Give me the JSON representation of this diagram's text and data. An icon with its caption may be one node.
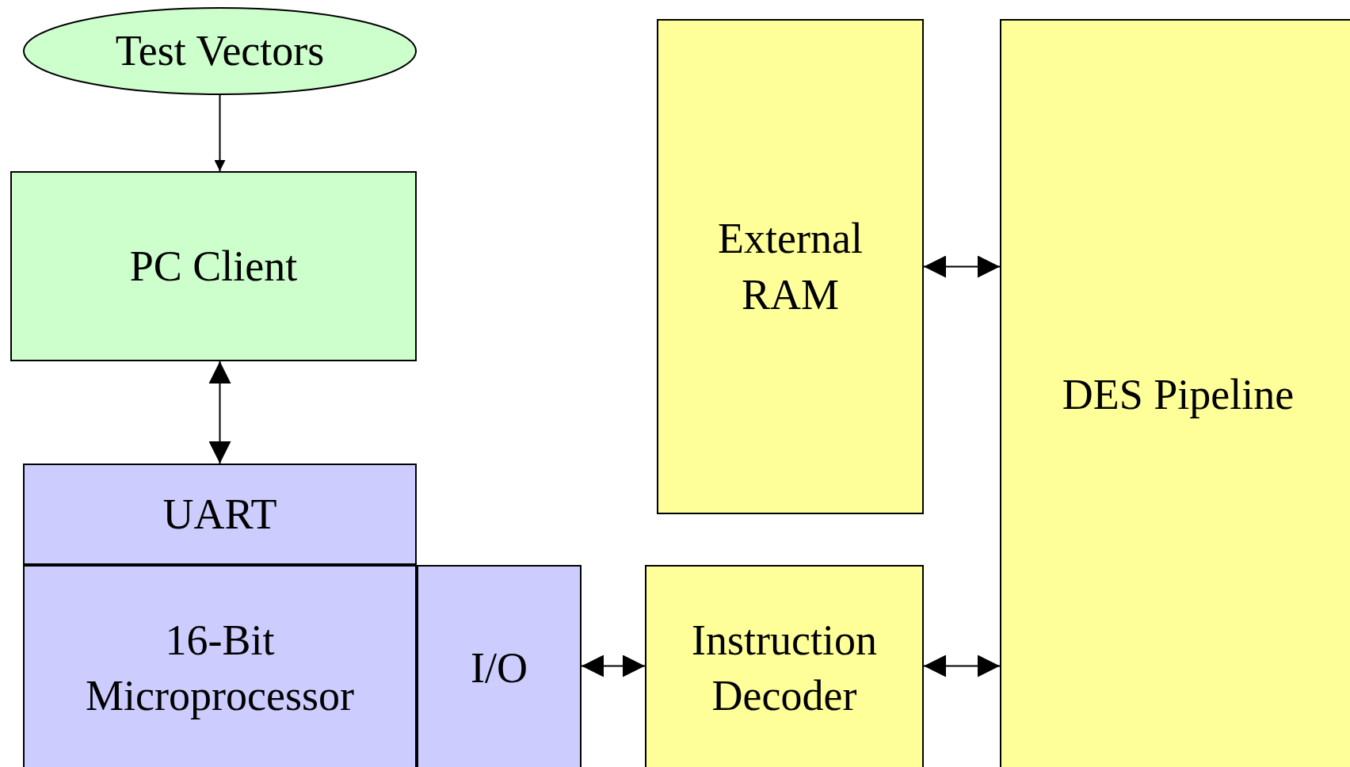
{
  "diagram": {
    "nodes": [
      {
        "text": [
          "Test Vectors"
        ]
      },
      {
        "text": [
          "PC Client"
        ]
      },
      {
        "text": [
          "UART"
        ]
      },
      {
        "text": [
          "16-Bit Microprocessor"
        ]
      },
      {
        "text": [
          "I/O"
        ]
      },
      {
        "text": [
          "External RAM"
        ]
      },
      {
        "text": [
          "Instruction Decoder"
        ]
      },
      {
        "text": [
          "DES Pipeline"
        ]
      }
    ],
    "edges": [
      {
        "from": 0,
        "to": 1,
        "arrow": "to"
      },
      {
        "from": 1,
        "to": 2,
        "arrow": "both"
      },
      {
        "from": 4,
        "to": 6,
        "arrow": "both"
      },
      {
        "from": 5,
        "to": 7,
        "arrow": "both"
      },
      {
        "from": 6,
        "to": 7,
        "arrow": "both"
      }
    ]
  }
}
